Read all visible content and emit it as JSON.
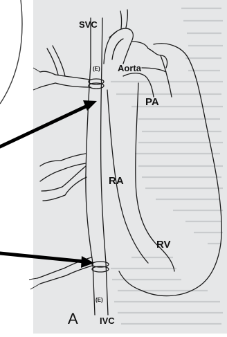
{
  "labels": {
    "svc": "SVC",
    "aorta": "Aorta",
    "pa": "PA",
    "ra": "RA",
    "rv": "RV",
    "ivc": "IVC",
    "panel": "A",
    "tag_upper": "(E)",
    "tag_lower": "(E)"
  },
  "colors": {
    "page_bg": "#e6e7e8",
    "line": "#1a1a1a",
    "arrow": "#000000"
  }
}
